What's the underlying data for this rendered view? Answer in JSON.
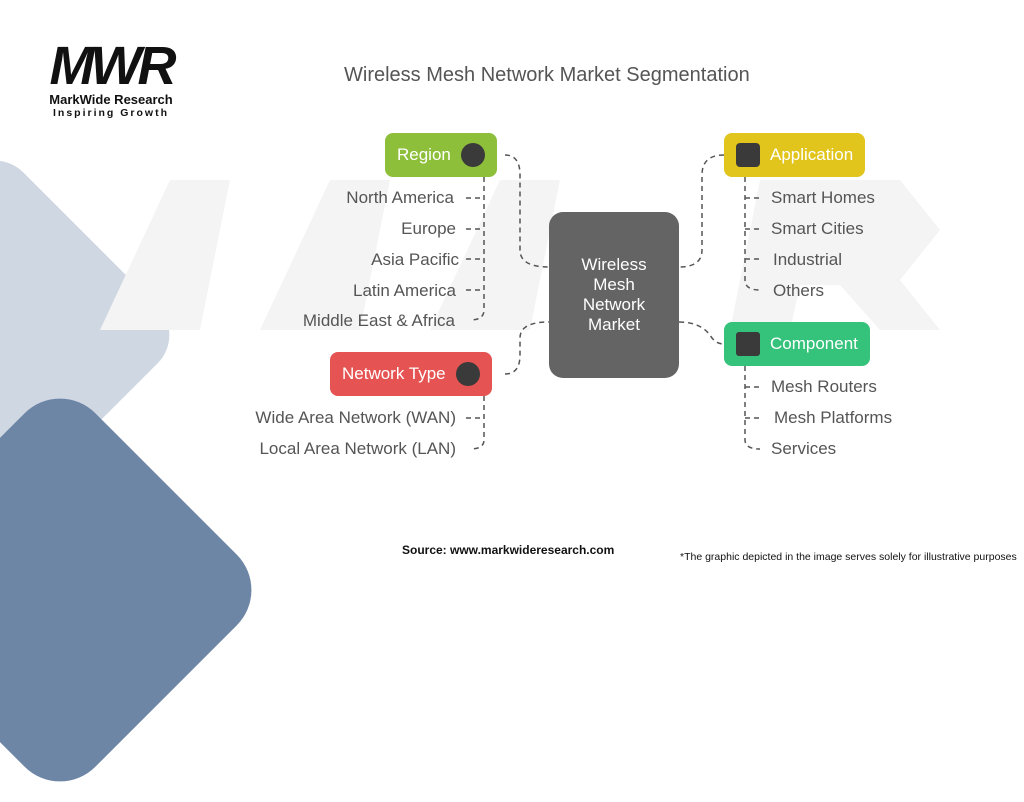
{
  "logo": {
    "mark": "MWR",
    "name": "MarkWide Research",
    "tagline": "Inspiring Growth"
  },
  "title": "Wireless Mesh Network Market Segmentation",
  "center": "Wireless Mesh Network Market",
  "categories": {
    "region": {
      "label": "Region",
      "color": "#8dbf3b",
      "items": [
        "North America",
        "Europe",
        "Asia Pacific",
        "Latin America",
        "Middle East & Africa"
      ]
    },
    "network_type": {
      "label": "Network Type",
      "color": "#e55353",
      "items": [
        "Wide Area Network (WAN)",
        "Local Area Network (LAN)"
      ]
    },
    "application": {
      "label": "Application",
      "color": "#e1c51c",
      "items": [
        "Smart Homes",
        "Smart Cities",
        "Industrial",
        "Others"
      ]
    },
    "component": {
      "label": "Component",
      "color": "#35c27b",
      "items": [
        "Mesh Routers",
        "Mesh Platforms",
        "Services"
      ]
    }
  },
  "source": "Source: www.markwideresearch.com",
  "note": "*The graphic depicted in the image serves solely for illustrative purposes"
}
